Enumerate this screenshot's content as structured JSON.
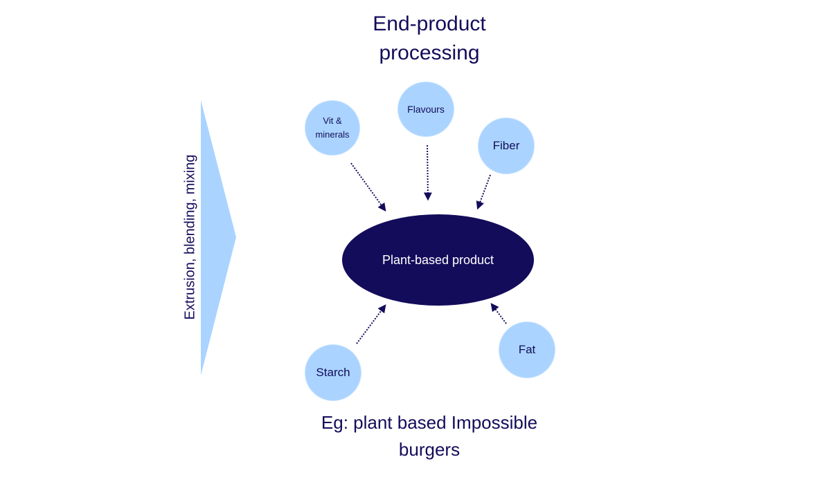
{
  "title": "End-product processing",
  "side_arrow_label": "Extrusion, blending, mixing",
  "center_node": "Plant-based product",
  "inputs": {
    "vit_minerals": "Vit & minerals",
    "flavours": "Flavours",
    "fiber": "Fiber",
    "starch": "Starch",
    "fat": "Fat"
  },
  "caption": "Eg: plant based Impossible burgers",
  "colors": {
    "navy": "#130c5a",
    "light_blue": "#aad4ff"
  }
}
